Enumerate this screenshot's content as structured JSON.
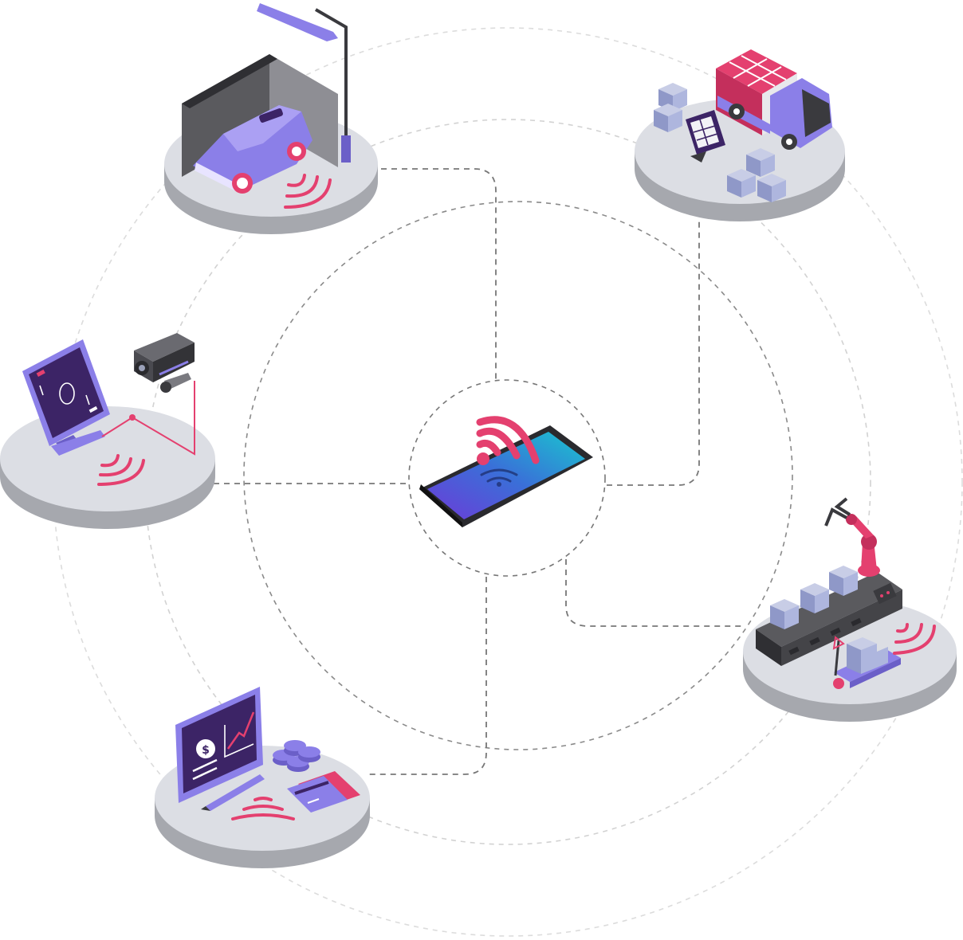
{
  "diagram": {
    "hub": {
      "icon": "smartphone-wifi-icon"
    },
    "nodes": [
      {
        "id": "smart-garage",
        "icon": "garage-car-icon"
      },
      {
        "id": "logistics",
        "icon": "delivery-truck-icon"
      },
      {
        "id": "surveillance",
        "icon": "security-camera-monitor-icon"
      },
      {
        "id": "industrial-automation",
        "icon": "robot-arm-conveyor-icon"
      },
      {
        "id": "contactless-payment",
        "icon": "payment-tablet-card-icon"
      }
    ],
    "colors": {
      "accent_pink": "#e4406f",
      "purple": "#8b7fe8",
      "deep_purple": "#3c2466",
      "platform_top": "#dcdee4",
      "platform_side": "#a6a8ae",
      "dark_gray": "#444444",
      "ring_line": "#cfcfcf",
      "connector_line": "#777777",
      "screen_teal": "#19c6cf",
      "screen_blue": "#3a6fd8"
    }
  }
}
